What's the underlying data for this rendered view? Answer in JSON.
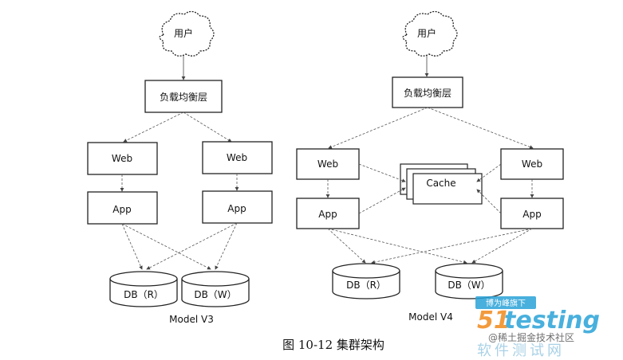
{
  "caption": "图 10-12   集群架构",
  "left": {
    "user": "用户",
    "lb": "负载均衡层",
    "web": "Web",
    "app": "App",
    "db_read": "DB（R）",
    "db_write": "DB（W）",
    "model": "Model V3"
  },
  "right": {
    "user": "用户",
    "lb": "负载均衡层",
    "web": "Web",
    "app": "App",
    "cache": "Cache",
    "db_read": "DB（R）",
    "db_write": "DB（W）",
    "model": "Model V4"
  },
  "watermark": {
    "badge": "博为峰旗下",
    "brand_51": "51",
    "brand_testing": "testing",
    "community": "@稀土掘金技术社区",
    "cn_name": "软件测试网"
  },
  "colors": {
    "brand_orange": "#f08a1c",
    "brand_blue": "#2aa3d8"
  }
}
